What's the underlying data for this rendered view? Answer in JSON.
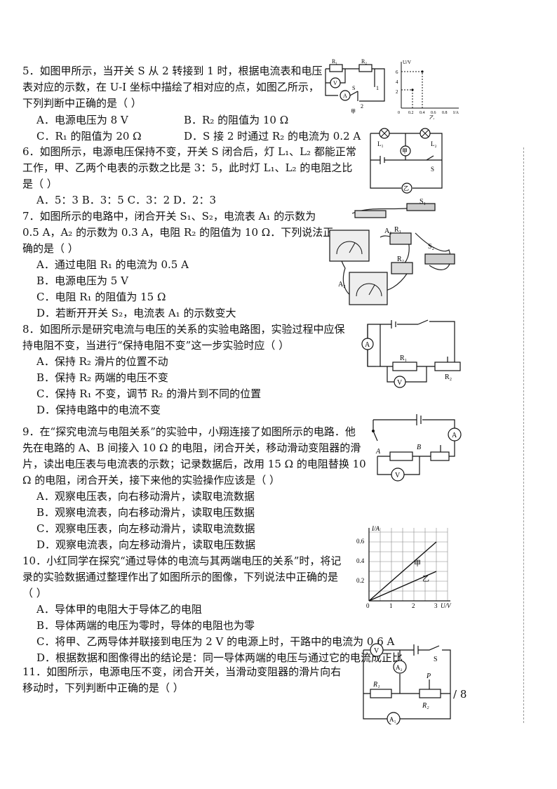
{
  "q5": {
    "lines": [
      "5．如图甲所示，当开关 S 从 2 转接到 1 时，根据电流表和电压",
      "表对应的示数，在 U-I 坐标中描绘了相对应的点，如图乙所示，",
      "下列判断中正确的是（      ）"
    ],
    "options": [
      "A．电源电压为 8 V",
      "B．R₂ 的阻值为 10 Ω",
      "C．R₁ 的阻值为 20 Ω",
      "D．S 接 2 时通过 R₂ 的电流为 0.2 A"
    ],
    "fig_labels": {
      "r1": "R₁",
      "r2": "R₂",
      "v": "V",
      "a": "A",
      "s": "S",
      "n1": "1",
      "n2": "2",
      "jia": "甲",
      "yi": "乙"
    },
    "graph": {
      "ylabel": "U/V",
      "xlabel": "I/A",
      "y_ticks": [
        "6",
        "4",
        "2"
      ],
      "x_ticks": [
        "0",
        "0.2",
        "0.4",
        "0.6",
        "0.8"
      ]
    }
  },
  "q6": {
    "lines": [
      "6．如图所示，电源电压保持不变，开关 S 闭合后，灯 L₁、L₂ 都能正常",
      "工作，甲、乙两个电表的示数之比是 3：5，此时灯 L₁、L₂ 的电阻之比",
      "是（      ）"
    ],
    "options": "A．5：3    B．3：5    C．3：2    D．2：3",
    "fig_labels": {
      "l1": "L₁",
      "l2": "L₂",
      "jia": "甲",
      "yi": "乙",
      "s": "S"
    }
  },
  "q7": {
    "lines": [
      "7．如图所示的电路中，闭合开关 S₁、S₂，电流表 A₁ 的示数为",
      "0.5 A，A₂ 的示数为 0.3 A，电阻 R₂ 的阻值为 10 Ω．下列说法正",
      "确的是（      ）"
    ],
    "options": [
      "A．通过电阻 R₁ 的电流为 0.5 A",
      "B．电源电压为 5 V",
      "C．电阻 R₁ 的阻值为 15 Ω",
      "D．若断开开关 S₂，电流表 A₁ 的示数变大"
    ],
    "fig_labels": {
      "s1": "S₁",
      "s2": "S₂",
      "a1": "A₁",
      "a2": "A₂",
      "r1": "R₁",
      "r2": "R₂"
    }
  },
  "q8": {
    "lines": [
      "8．如图所示是研究电流与电压的关系的实验电路图，实验过程中应保",
      "持电阻不变，当进行“保持电阻不变”这一步实验时应（      ）"
    ],
    "options": [
      "A．保持 R₂ 滑片的位置不动",
      "B．保持 R₂ 两端的电压不变",
      "C．保持 R₁ 不变，调节 R₂ 的滑片到不同的位置",
      "D．保持电路中的电流不变"
    ],
    "fig_labels": {
      "a": "A",
      "v": "V",
      "r1": "R₁",
      "r2": "R₂"
    }
  },
  "q9": {
    "lines": [
      "9．在“探究电流与电阻关系”的实验中，小翔连接了如图所示的电路．他",
      "先在电路的 A、B 间接入 10 Ω 的电阻，闭合开关，移动滑动变阻器的滑",
      "片，读出电压表与电流表的示数；记录数据后，改用 15 Ω 的电阻替换 10",
      "Ω 的电阻，闭合开关，接下来他的实验操作应该是（      ）"
    ],
    "options": [
      "A．观察电压表，向右移动滑片，读取电流数据",
      "B．观察电流表，向右移动滑片，读取电压数据",
      "C．观察电压表，向左移动滑片，读取电流数据",
      "D．观察电流表，向左移动滑片，读取电压数据"
    ],
    "fig_labels": {
      "a": "A",
      "b": "B",
      "ammeter": "A",
      "v": "V"
    }
  },
  "q10": {
    "lines": [
      "10．小红同学在探究“通过导体的电流与其两端电压的关系”时，将记",
      "录的实验数据通过整理作出了如图所示的图像，下列说法中正确的是",
      "（      ）"
    ],
    "options": [
      "A．导体甲的电阻大于导体乙的电阻",
      "B．导体两端的电压为零时，导体的电阻也为零",
      "C．将甲、乙两导体并联接到电压为 2 V 的电源上时，干路中的电流为 0.6 A",
      "D．根据数据和图像得出的结论是：同一导体两端的电压与通过它的电流成正比"
    ],
    "graph": {
      "ylabel": "I/A",
      "xlabel": "U/V",
      "y_ticks": [
        "0.6",
        "0.4",
        "0.2"
      ],
      "x_ticks": [
        "0",
        "1",
        "2",
        "3"
      ],
      "series": [
        {
          "name": "甲",
          "points": [
            [
              0,
              0
            ],
            [
              3,
              0.6
            ]
          ]
        },
        {
          "name": "乙",
          "points": [
            [
              0,
              0
            ],
            [
              3,
              0.3
            ]
          ]
        }
      ]
    }
  },
  "q11": {
    "lines": [
      "11．如图所示，电源电压不变，闭合开关，当滑动变阻器的滑片向右",
      "移动时，下列判断中正确的是（      ）"
    ],
    "fig_labels": {
      "v": "V",
      "a2": "A₂",
      "a1": "A₁",
      "s": "S",
      "r1": "R₁",
      "r2": "R₂",
      "p": "P"
    }
  },
  "page_number": "/ 8"
}
